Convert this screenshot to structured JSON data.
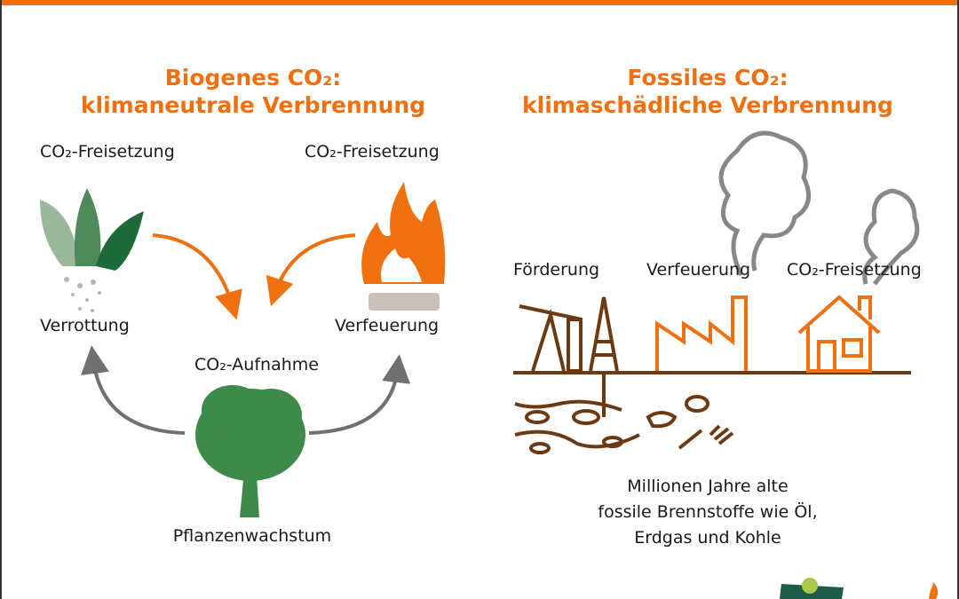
{
  "colors": {
    "accent": "#f07010",
    "brown": "#6b3a12",
    "gray_arrow": "#707070",
    "tree_green": "#3e8a4a"
  },
  "biogenic": {
    "title_line1": "Biogenes CO₂:",
    "title_line2": "klimaneutrale Verbrennung",
    "release_left": "CO₂-Freisetzung",
    "release_right": "CO₂-Freisetzung",
    "rotting": "Verrottung",
    "firing": "Verfeuerung",
    "uptake": "CO₂-Aufnahme",
    "growth": "Pflanzenwachstum"
  },
  "fossil": {
    "title_line1": "Fossiles CO₂:",
    "title_line2": "klimaschädliche Verbrennung",
    "extraction": "Förderung",
    "firing": "Verfeuerung",
    "release": "CO₂-Freisetzung",
    "desc_line1": "Millionen Jahre alte",
    "desc_line2": "fossile Brennstoffe wie Öl,",
    "desc_line3": "Erdgas und Kohle"
  }
}
